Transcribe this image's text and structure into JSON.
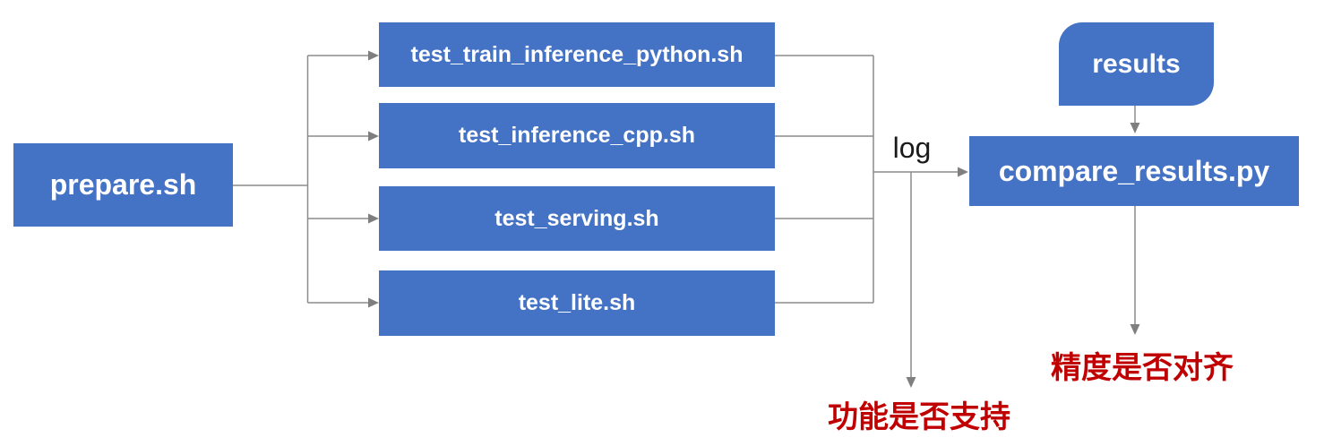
{
  "diagram": {
    "nodes": {
      "prepare": {
        "label": "prepare.sh"
      },
      "test_train_inference_python": {
        "label": "test_train_inference_python.sh"
      },
      "test_inference_cpp": {
        "label": "test_inference_cpp.sh"
      },
      "test_serving": {
        "label": "test_serving.sh"
      },
      "test_lite": {
        "label": "test_lite.sh"
      },
      "compare_results": {
        "label": "compare_results.py"
      },
      "results": {
        "label": "results"
      }
    },
    "annotations": {
      "log_label": "log",
      "function_support": "功能是否支持",
      "precision_aligned": "精度是否对齐"
    },
    "colors": {
      "node_fill": "#4472C4",
      "node_text": "#FFFFFF",
      "connector": "#8C8C8C",
      "connector_arrow": "#7F7F7F",
      "annotation_red": "#C00000",
      "log_text": "#1A1A1A",
      "background": "#FFFFFF"
    }
  }
}
